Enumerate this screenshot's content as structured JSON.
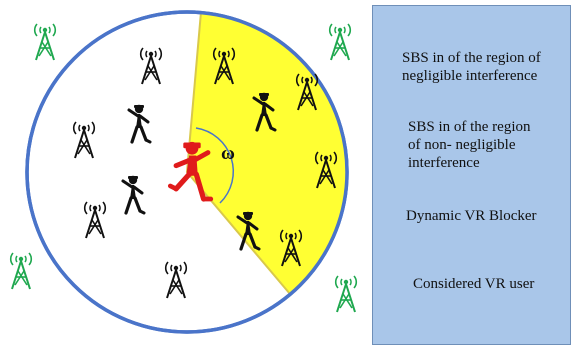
{
  "colors": {
    "circle_border": "#4a74c9",
    "sector_fill": "#ffff33",
    "sector_border": "#d9c94a",
    "negligible_sbs": "#1fa84f",
    "non_negligible_sbs": "#111111",
    "blocker": "#111111",
    "vr_user": "#e01b1b",
    "legend_bg": "#a9c6e9"
  },
  "diagram": {
    "angle_label": "ω"
  },
  "legend": {
    "items": [
      {
        "icon": "green-tower-icon",
        "text_line1": "SBS in of the region of",
        "text_line2": "negligible interference"
      },
      {
        "icon": "black-tower-icon",
        "text_line1": "SBS in of the region",
        "text_line2": "of non- negligible",
        "text_line3": "interference"
      },
      {
        "icon": "blocker-person-icon",
        "text_line1": "Dynamic VR Blocker"
      },
      {
        "icon": "vr-user-icon",
        "text_line1": "Considered VR user"
      }
    ]
  }
}
